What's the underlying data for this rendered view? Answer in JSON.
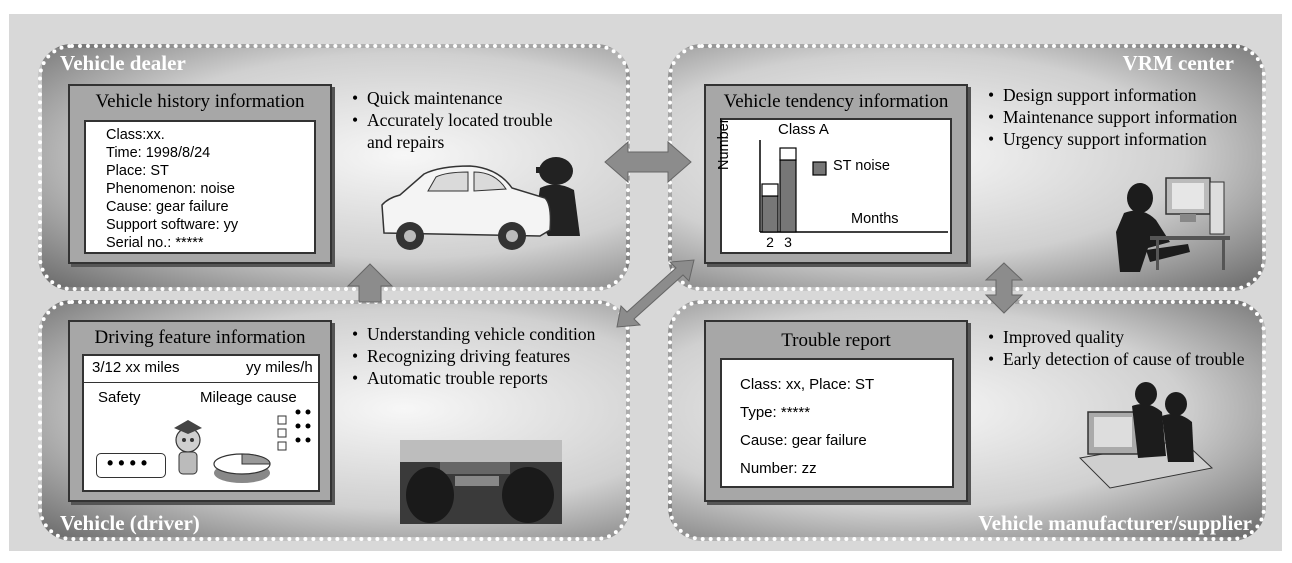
{
  "quadrants": {
    "dealer": "Vehicle dealer",
    "vrm": "VRM center",
    "driver": "Vehicle (driver)",
    "maker": "Vehicle manufacturer/supplier"
  },
  "history": {
    "title": "Vehicle history information",
    "lines": [
      "Class:xx.",
      "Time: 1998/8/24",
      "Place: ST",
      "Phenomenon: noise",
      "Cause: gear failure",
      "Support software: yy",
      "Serial no.: *****"
    ]
  },
  "dealer_bullets": [
    "Quick maintenance",
    "Accurately located trouble and repairs"
  ],
  "tendency": {
    "title": "Vehicle tendency information",
    "class_label": "Class A",
    "ylabel": "Number",
    "xlabel": "Months",
    "legend": "ST noise",
    "ticks": [
      "2",
      "3"
    ]
  },
  "chart_data": {
    "type": "bar",
    "categories": [
      "2",
      "3"
    ],
    "series": [
      {
        "name": "ST noise",
        "values": [
          3,
          6
        ]
      },
      {
        "values": [
          1,
          1
        ]
      }
    ],
    "xlabel": "Months",
    "ylabel": "Number",
    "title": "Class A"
  },
  "vrm_bullets": [
    "Design support information",
    "Maintenance support information",
    "Urgency support information"
  ],
  "driving": {
    "title": "Driving feature information",
    "miles": "3/12 xx miles",
    "speed": "yy miles/h",
    "safety": "Safety",
    "mileage_cause": "Mileage cause",
    "dots": "• • • •"
  },
  "driver_bullets": [
    "Understanding vehicle condition",
    "Recognizing driving features",
    "Automatic trouble reports"
  ],
  "trouble": {
    "title": "Trouble report",
    "lines": [
      "Class: xx, Place: ST",
      "Type: *****",
      "Cause: gear failure",
      "Number: zz"
    ]
  },
  "maker_bullets": [
    "Improved quality",
    "Early detection of cause of trouble"
  ],
  "colors": {
    "background": "#d8d8d8",
    "panel": "#a7a7a7",
    "arrow": "#8c8c8c",
    "bar": "#777777"
  }
}
